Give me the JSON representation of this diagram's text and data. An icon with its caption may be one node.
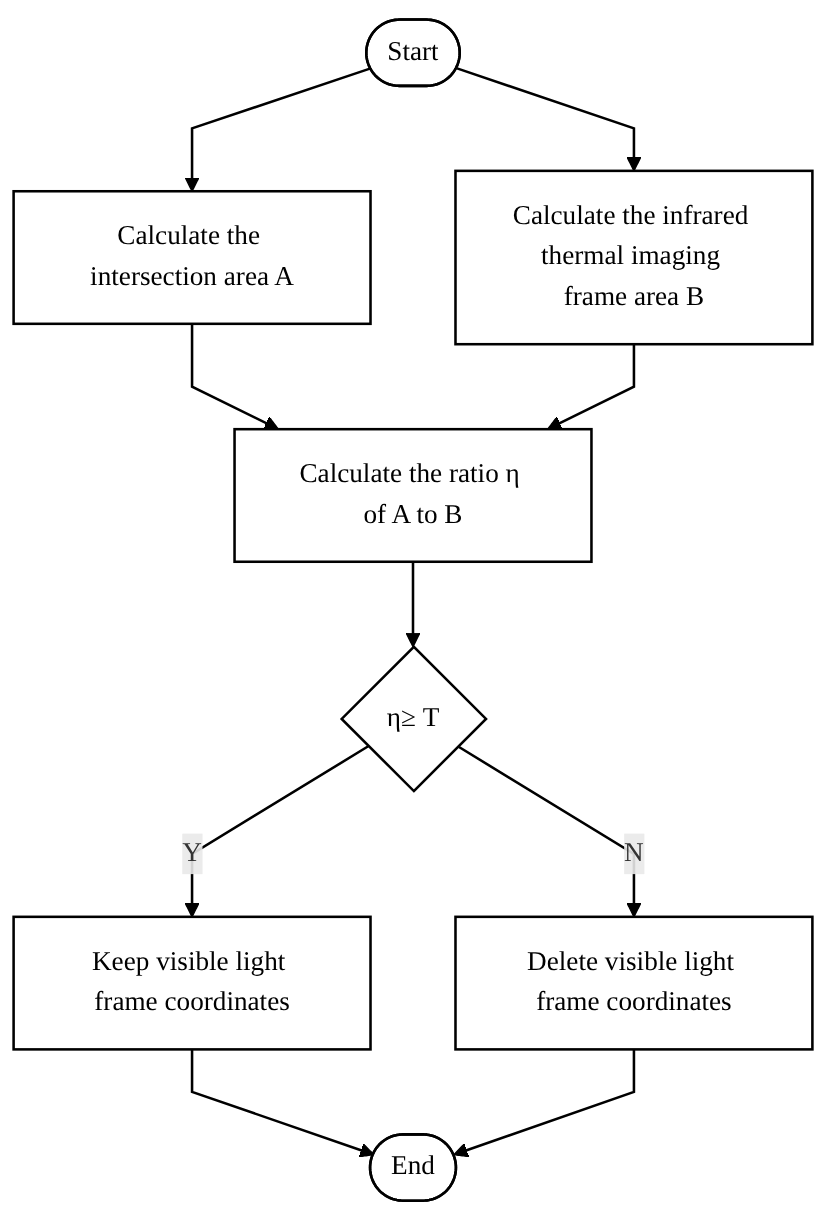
{
  "diagram": {
    "nodes": [
      {
        "text": [
          "Start"
        ]
      },
      {
        "text": [
          "Calculate the intersection area A"
        ]
      },
      {
        "text": [
          "Calculate the infrared thermal imaging frame area B"
        ]
      },
      {
        "text": [
          "Calculate the ratio η of A to B"
        ]
      },
      {
        "text": [
          "η≥ T"
        ]
      },
      {
        "text": [
          "Keep visible light frame coordinates"
        ]
      },
      {
        "text": [
          "Delete visible light frame coordinates"
        ]
      },
      {
        "text": [
          "End"
        ]
      }
    ],
    "edges": [
      {
        "from": 0,
        "to": 1,
        "arrow": "to"
      },
      {
        "from": 0,
        "to": 2,
        "arrow": "to"
      },
      {
        "from": 1,
        "to": 3,
        "arrow": "to"
      },
      {
        "from": 2,
        "to": 3,
        "arrow": "to"
      },
      {
        "from": 3,
        "to": 4,
        "arrow": "to"
      },
      {
        "from": 4,
        "to": 5,
        "label": "Y",
        "arrow": "to"
      },
      {
        "from": 4,
        "to": 6,
        "label": "N",
        "arrow": "to"
      },
      {
        "from": 5,
        "to": 7,
        "arrow": "to"
      },
      {
        "from": 6,
        "to": 7,
        "arrow": "to"
      }
    ]
  }
}
